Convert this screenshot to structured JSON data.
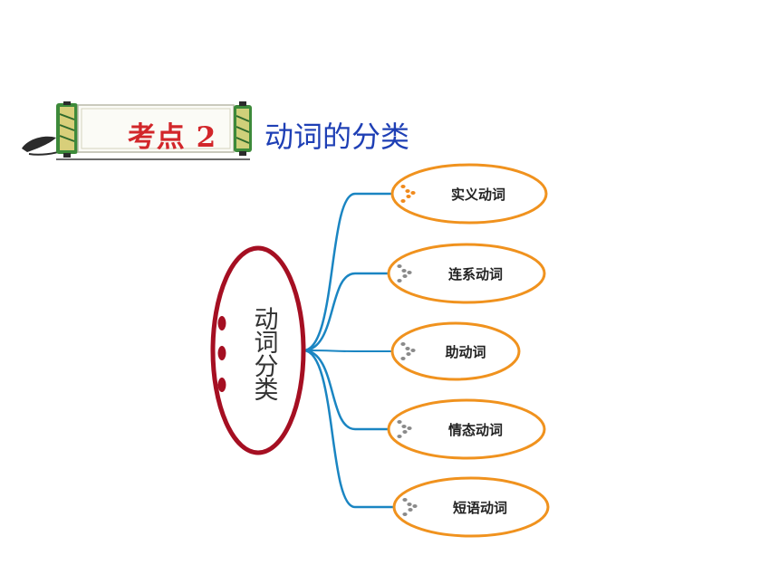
{
  "header": {
    "badge": "考点 2",
    "title": "动词的分类"
  },
  "diagram": {
    "center_label": [
      "动",
      "词",
      "分",
      "类"
    ],
    "nodes": [
      {
        "label": "实义动词"
      },
      {
        "label": "连系动词"
      },
      {
        "label": "助动词"
      },
      {
        "label": "情态动词"
      },
      {
        "label": "短语动词"
      }
    ],
    "colors": {
      "center_border": "#a50f22",
      "center_dots": "#a50f22",
      "connector": "#1a85c2",
      "node_border": "#f0921e",
      "first_node_dots": "#f08a1c",
      "node_dots": "#8a8a8a",
      "title": "#1e3fb5",
      "badge": "#d2262a"
    },
    "icons": [
      "scroll-banner-icon",
      "bullet-dots-icon"
    ]
  }
}
